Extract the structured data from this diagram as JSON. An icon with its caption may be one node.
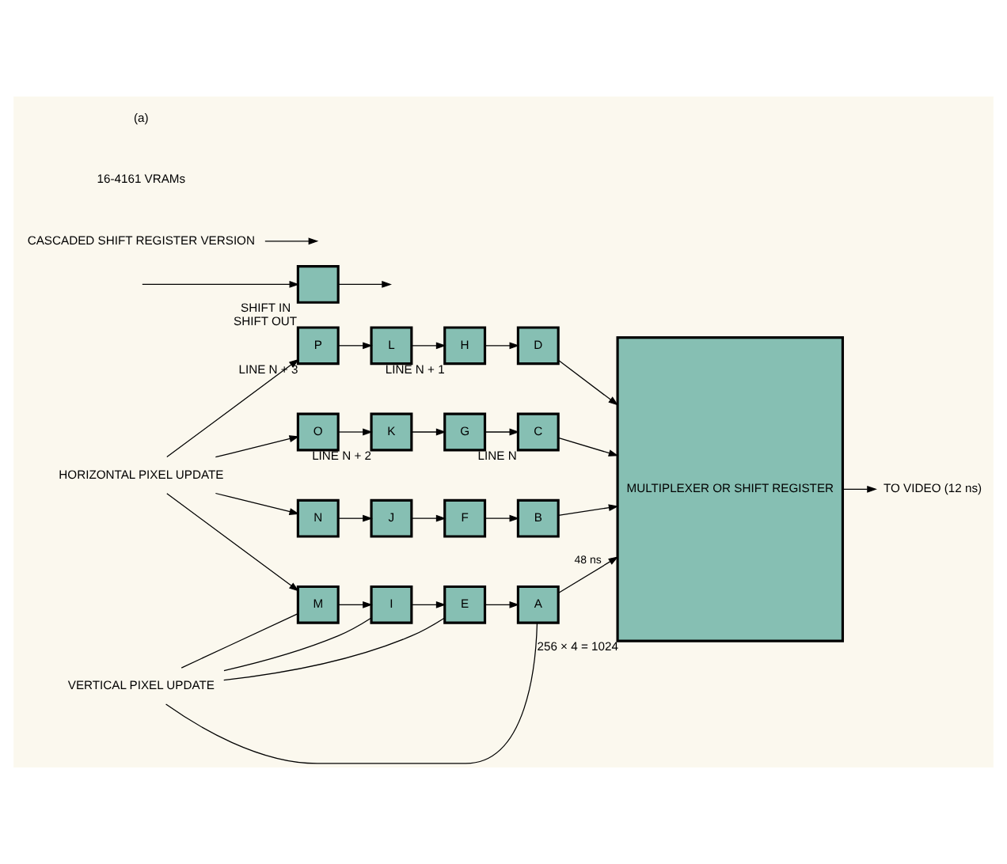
{
  "diagram": {
    "nodes": [
      {
        "text": [
          "P"
        ],
        "beside": [
          "LINE N + 3"
        ]
      },
      {
        "text": [
          "L"
        ]
      },
      {
        "text": [
          "H"
        ],
        "beside": [
          "LINE N + 1"
        ]
      },
      {
        "text": [
          "D"
        ]
      },
      {
        "text": [
          "O"
        ]
      },
      {
        "text": [
          "K"
        ],
        "beside": [
          "LINE N + 2"
        ]
      },
      {
        "text": [
          "G"
        ]
      },
      {
        "text": [
          "C"
        ],
        "beside": [
          "LINE N"
        ]
      },
      {
        "text": [
          "N"
        ]
      },
      {
        "text": [
          "J"
        ]
      },
      {
        "text": [
          "F"
        ]
      },
      {
        "text": [
          "B"
        ]
      },
      {
        "text": [
          "M"
        ]
      },
      {
        "text": [
          "I"
        ]
      },
      {
        "text": [
          "E"
        ]
      },
      {
        "text": [
          "A"
        ]
      },
      {
        "text": [
          "MULTIPLEXER OR SHIFT REGISTER"
        ],
        "beside": [
          "256 × 4 = 1024"
        ]
      },
      {
        "text": [],
        "shape": "box",
        "beside": [
          "SHIFT IN",
          "SHIFT OUT"
        ]
      },
      {
        "text": [
          "HORIZONTAL PIXEL UPDATE"
        ]
      },
      {
        "text": [
          "VERTICAL PIXEL UPDATE"
        ]
      },
      {
        "text": [
          "TO VIDEO (12 ns)"
        ]
      },
      {
        "text": [
          "CASCADED SHIFT REGISTER VERSION"
        ]
      }
    ],
    "edges": [
      {
        "from": 18,
        "to": 0,
        "arrow": "to"
      },
      {
        "from": 18,
        "to": 4,
        "arrow": "to"
      },
      {
        "from": 18,
        "to": 8,
        "arrow": "to"
      },
      {
        "from": 18,
        "to": 12,
        "arrow": "to"
      },
      {
        "from": null,
        "to": 17,
        "arrow": "to"
      },
      {
        "from": 17,
        "to": null,
        "arrow": "to"
      },
      {
        "from": 0,
        "to": 1,
        "arrow": "to"
      },
      {
        "from": 1,
        "to": 2,
        "arrow": "to"
      },
      {
        "from": 2,
        "to": 3,
        "arrow": "to"
      },
      {
        "from": 3,
        "to": 16,
        "arrow": "to"
      },
      {
        "from": 4,
        "to": 5,
        "arrow": "to"
      },
      {
        "from": 5,
        "to": 6,
        "arrow": "to"
      },
      {
        "from": 6,
        "to": 7,
        "arrow": "to"
      },
      {
        "from": 7,
        "to": 16,
        "arrow": "to"
      },
      {
        "from": 8,
        "to": 9,
        "arrow": "to"
      },
      {
        "from": 9,
        "to": 10,
        "arrow": "to"
      },
      {
        "from": 10,
        "to": 11,
        "arrow": "to"
      },
      {
        "from": 11,
        "to": 16,
        "arrow": "to"
      },
      {
        "from": 12,
        "to": 13,
        "arrow": "to"
      },
      {
        "from": 13,
        "to": 14,
        "arrow": "to"
      },
      {
        "from": 14,
        "to": 15,
        "arrow": "to"
      },
      {
        "from": 15,
        "to": 16,
        "arrow": "to",
        "label": "48 ns"
      },
      {
        "from": 19,
        "to": 12,
        "arrow": "none"
      },
      {
        "from": 19,
        "to": 13,
        "arrow": "none"
      },
      {
        "from": 19,
        "to": 14,
        "arrow": "none"
      },
      {
        "from": 19,
        "to": 15,
        "arrow": "none"
      },
      {
        "from": 16,
        "to": 20,
        "arrow": "to"
      },
      {
        "from": 21,
        "to": null,
        "arrow": "to"
      }
    ],
    "labels": [
      "16-4161 VRAMs",
      "(a)"
    ]
  }
}
